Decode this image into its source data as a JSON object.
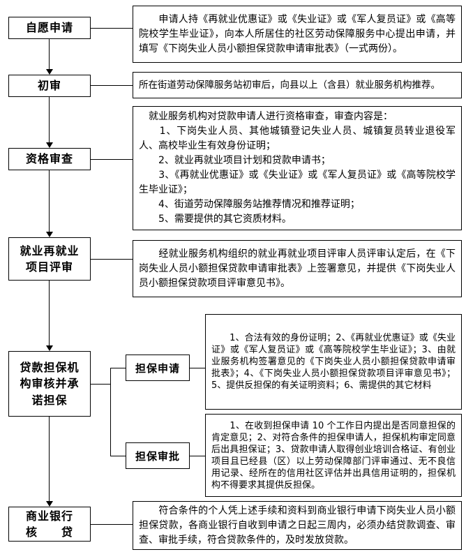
{
  "flow": {
    "step1": {
      "label": "自愿申请",
      "note": "　　申请人持《再就业优惠证》或《失业证》或《军人复员证》或《高等院校学生毕业证》，向本人所居住的社区劳动保障服务中心提出申请，并填写《下岗失业人员小额担保贷款申请审批表》（一式两份）。"
    },
    "step2": {
      "label": "初审",
      "note": "所在街道劳动保障服务站初审后，向县以上（含县）就业服务机构推荐。"
    },
    "step3": {
      "label": "资格审查",
      "note": "　就业服务机构对贷款申请人进行资格审查，审查内容是：\n　　1、下岗失业人员、其他城镇登记失业人员、城镇复员转业退役军人、高校毕业生有效身份证明；\n　　2、就业再就业项目计划和贷款申请书；\n　　3、《再就业优惠证》或《失业证》或《军人复员证》或《高等院校学生毕业证》；\n　　4、街道劳动保障服务站推荐情况和推荐证明；\n　　5、需要提供的其它资质材料。"
    },
    "step4": {
      "label": "就业再就业\n项目评审",
      "note": "　　经就业服务机构组织的就业再就业项目评审人员评审认定后，在《下岗失业人员小额担保贷款申请审批表》上签署意见，并提供《下岗失业人员小额担保贷款项目评审意见书》。"
    },
    "step5": {
      "label": "贷款担保机\n构审核并承\n诺担保",
      "sub1": {
        "label": "担保申请",
        "note": "　　1、合法有效的身份证明；2、《再就业优惠证》或《失业证》或《军人复员证》或《高等院校学生毕业证》；3、由就业服务机构签署意见的《下岗失业人员小额担保贷款申请审批表》；4、《下岗失业人员小额担保贷款项目评审意见书》；5、提供反担保的有关证明资料；6、需提供的其它材料"
      },
      "sub2": {
        "label": "担保审批",
        "note": "　　1、在收到担保申请 10 个工作日内提出是否同意担保的肯定意见；2、对符合条件的担保申请人，担保机构审定同意后出具担保证；3、贷款申请人取得创业培训合格证、有创业项目且已经县（区）以上劳动保障部门评审通过、无不良信用记录、经所在的信用社区评估并出具信用证明的，担保机构不得要求其提供反担保。"
      }
    },
    "step6": {
      "label": "商业银行\n核　　贷",
      "note": "　　符合条件的个人凭上述手续和资料到商业银行申请下岗失业人员小额担保贷款，各商业银行自收到申请之日起三周内，必须办结贷款调查、审查、审批手续，符合贷款条件的，及时发放贷款。"
    }
  }
}
